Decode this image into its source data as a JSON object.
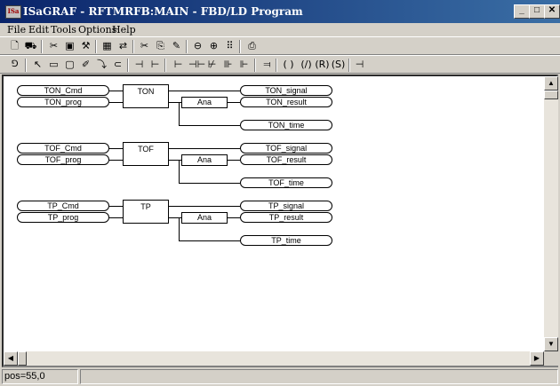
{
  "window": {
    "title": "ISaGRAF - RFTMRFB:MAIN - FBD/LD Program",
    "app_icon_text": "ISa",
    "min": "_",
    "max": "□",
    "close": "✕"
  },
  "menu": [
    "File",
    "Edit",
    "Tools",
    "Options",
    "Help"
  ],
  "toolbar1": [
    "new-doc-icon",
    "open-icon",
    "cut-tool-icon",
    "monitor-icon",
    "wand-icon",
    "blocks-icon",
    "link-icon",
    "scissors-icon",
    "copy-icon",
    "brush-icon",
    "zoom-out-icon",
    "zoom-in-icon",
    "grid-icon",
    "print-icon"
  ],
  "toolbar2": [
    "ld-icon",
    "pointer-icon",
    "block-icon",
    "var-icon",
    "comment-icon",
    "corner-icon",
    "coil-icon",
    "rail-left-icon",
    "rail-right-icon",
    "contact-icon",
    "contact-pos-icon",
    "contact-neg-icon",
    "contact-not-icon",
    "contact-parallel-icon",
    "branch-icon",
    "coil-normal-icon",
    "coil-neg-icon",
    "coil-reset-icon",
    "coil-set-icon",
    "right-rail-icon"
  ],
  "diagram": {
    "blocks": [
      {
        "name": "TON",
        "in1": "TON_Cmd",
        "in2": "TON_prog",
        "ana": "Ana",
        "out1": "TON_signal",
        "out2": "TON_result",
        "out3": "TON_time"
      },
      {
        "name": "TOF",
        "in1": "TOF_Cmd",
        "in2": "TOF_prog",
        "ana": "Ana",
        "out1": "TOF_signal",
        "out2": "TOF_result",
        "out3": "TOF_time"
      },
      {
        "name": "TP",
        "in1": "TP_Cmd",
        "in2": "TP_prog",
        "ana": "Ana",
        "out1": "TP_signal",
        "out2": "TP_result",
        "out3": "TP_time"
      }
    ]
  },
  "status": {
    "pos": "pos=55,0"
  },
  "scroll": {
    "up": "▲",
    "down": "▼",
    "left": "◀",
    "right": "▶"
  }
}
